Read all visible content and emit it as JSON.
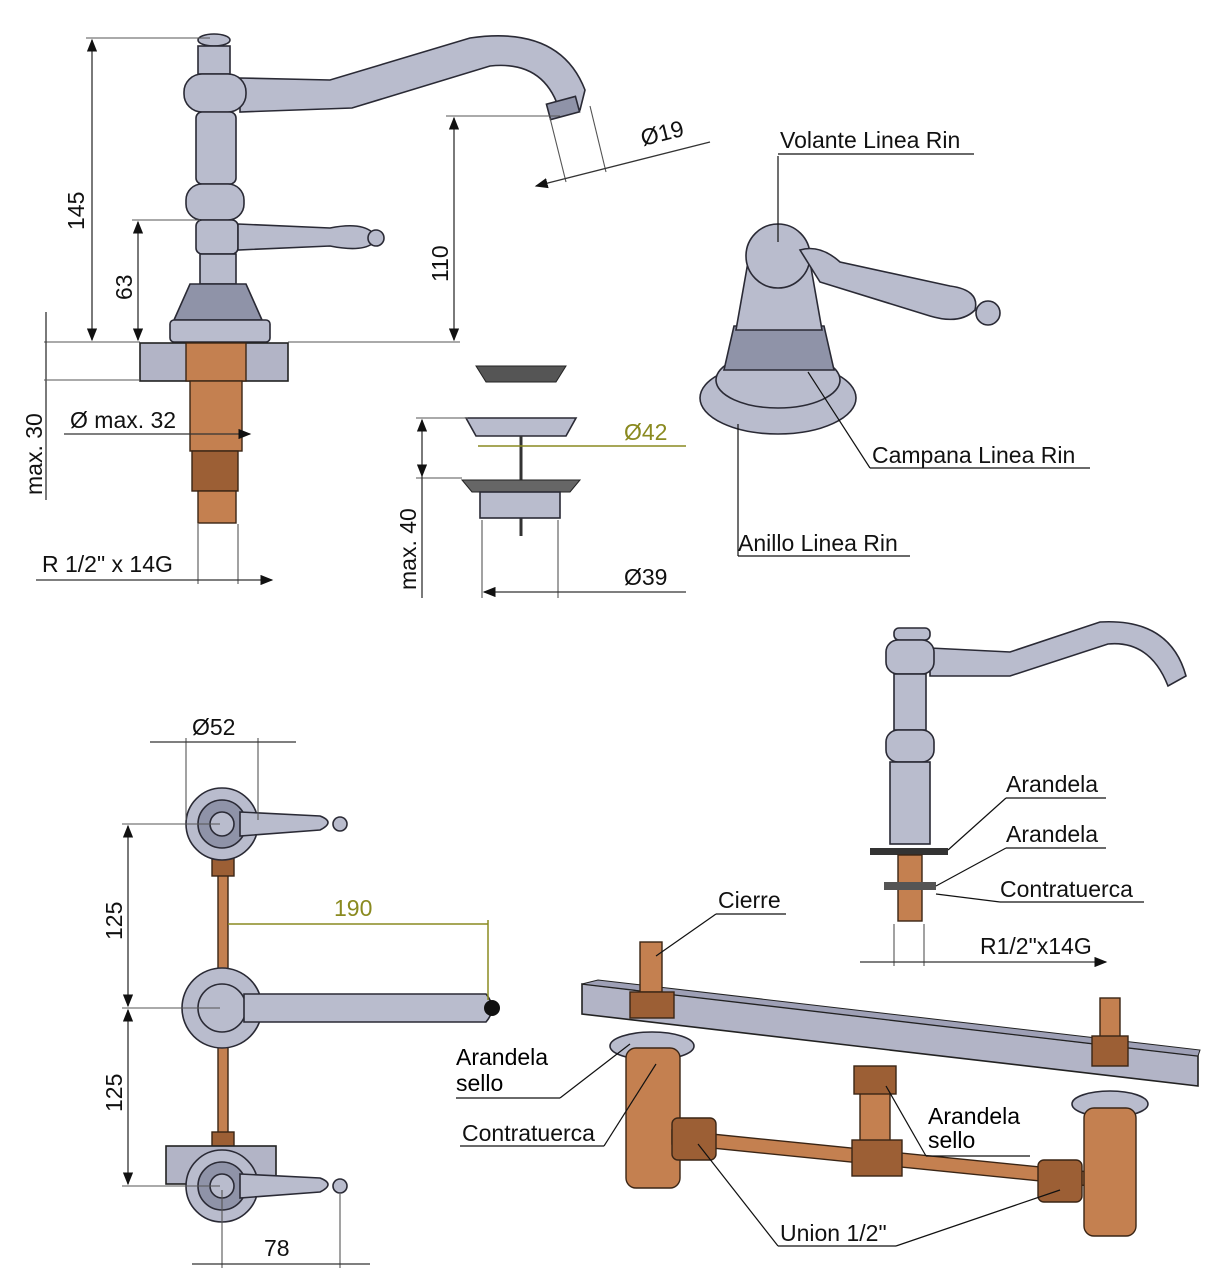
{
  "faucet_front": {
    "dim_height_total": "145",
    "dim_handle_height": "63",
    "dim_spout_height": "110",
    "dim_spout_diameter": "Ø19",
    "dim_max_thickness": "max. 30",
    "dim_max_hole": "Ø max. 32",
    "dim_thread": "R 1/2\" x 14G"
  },
  "drain": {
    "dim_max_depth": "max. 40",
    "dim_plug_diameter": "Ø42",
    "dim_body_diameter": "Ø39"
  },
  "handle_detail": {
    "label_handle": "Volante Linea Rin",
    "label_bell": "Campana Linea Rin",
    "label_ring": "Anillo Linea Rin"
  },
  "top_view": {
    "dim_rosette": "Ø52",
    "dim_spacing_upper": "125",
    "dim_spacing_lower": "125",
    "dim_spout_reach": "190",
    "dim_handle_reach": "78"
  },
  "spout_side": {
    "label_washer_1": "Arandela",
    "label_washer_2": "Arandela",
    "label_locknut": "Contratuerca",
    "dim_thread": "R1/2\"x14G"
  },
  "valve_assembly": {
    "label_stem": "Cierre",
    "label_seal_washer_left": "Arandela sello",
    "label_locknut": "Contratuerca",
    "label_seal_washer_center": "Arandela sello",
    "label_union": "Union 1/2\""
  },
  "colors": {
    "chrome": "#b9bccd",
    "brass": "#c48050",
    "dimension_accent": "#8a8a20"
  }
}
